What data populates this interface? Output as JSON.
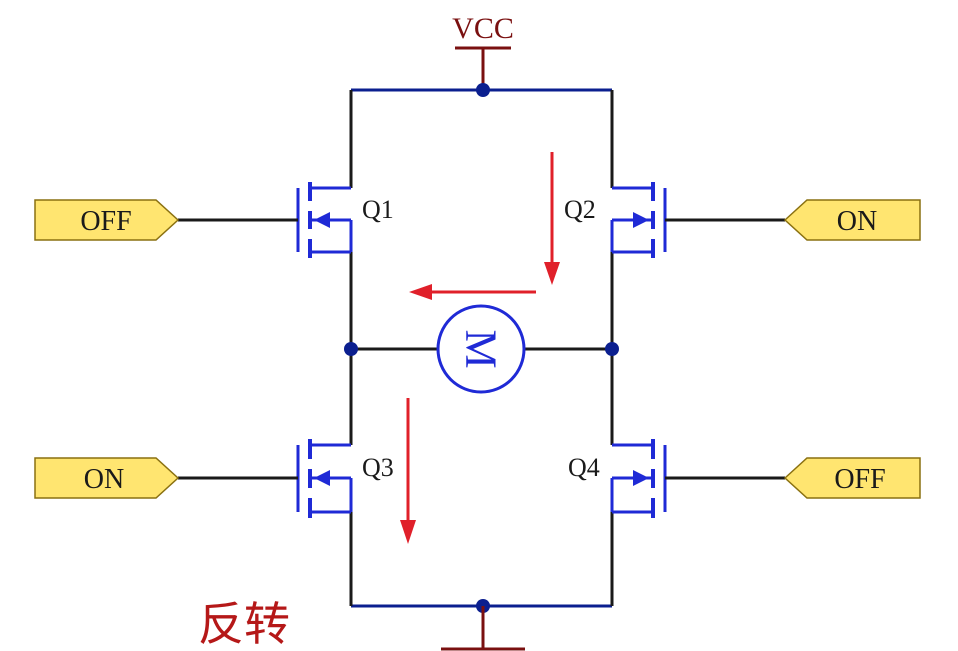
{
  "supply": {
    "label": "VCC"
  },
  "transistors": [
    {
      "id": "q1",
      "label": "Q1"
    },
    {
      "id": "q2",
      "label": "Q2"
    },
    {
      "id": "q3",
      "label": "Q3"
    },
    {
      "id": "q4",
      "label": "Q4"
    }
  ],
  "gate_inputs": [
    {
      "id": "q1",
      "state": "OFF"
    },
    {
      "id": "q2",
      "state": "ON"
    },
    {
      "id": "q3",
      "state": "ON"
    },
    {
      "id": "q4",
      "state": "OFF"
    }
  ],
  "motor": {
    "label": "M"
  },
  "mode": {
    "caption": "反转"
  },
  "colors": {
    "wire": "#1a1a1a",
    "rail": "#0b1f8f",
    "transistor": "#1f2ad6",
    "node": "#0b1f8f",
    "supply": "#7a1010",
    "arrow": "#e0202a",
    "label_fill": "#ffe570",
    "label_border": "#8a7010",
    "caption": "#b51818"
  }
}
